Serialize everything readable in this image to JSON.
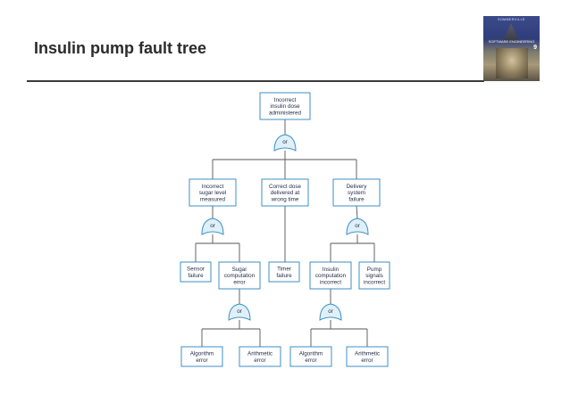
{
  "slide": {
    "title": "Insulin pump fault tree"
  },
  "book_cover": {
    "author": "SOMMERVILLE",
    "title": "SOFTWARE ENGINEERING",
    "edition": "9"
  },
  "fault_tree": {
    "nodes": [
      {
        "id": "top",
        "lines": [
          "Incorrect",
          "insulin dose",
          "administered"
        ]
      },
      {
        "id": "sugar",
        "lines": [
          "Incorrect",
          "sugar level",
          "measured"
        ]
      },
      {
        "id": "timing",
        "lines": [
          "Correct dose",
          "delivered at",
          "wrong time"
        ]
      },
      {
        "id": "delivery",
        "lines": [
          "Delivery",
          "system",
          "failure"
        ]
      },
      {
        "id": "sensor",
        "lines": [
          "Sensor",
          "failure"
        ]
      },
      {
        "id": "sugar_comp",
        "lines": [
          "Sugar",
          "computation",
          "error"
        ]
      },
      {
        "id": "timer",
        "lines": [
          "Timer",
          "failure"
        ]
      },
      {
        "id": "insulin_comp",
        "lines": [
          "Insulin",
          "computation",
          "incorrect"
        ]
      },
      {
        "id": "pump",
        "lines": [
          "Pump",
          "signals",
          "incorrect"
        ]
      },
      {
        "id": "alg1",
        "lines": [
          "Algorithm",
          "error"
        ]
      },
      {
        "id": "arith1",
        "lines": [
          "Arithmetic",
          "error"
        ]
      },
      {
        "id": "alg2",
        "lines": [
          "Algorithm",
          "error"
        ]
      },
      {
        "id": "arith2",
        "lines": [
          "Arithmetic",
          "error"
        ]
      }
    ],
    "gates": [
      {
        "id": "g_top",
        "label": "or",
        "output": "top",
        "inputs": [
          "sugar",
          "timing",
          "delivery"
        ]
      },
      {
        "id": "g_sugar",
        "label": "or",
        "output": "sugar",
        "inputs": [
          "sensor",
          "sugar_comp"
        ]
      },
      {
        "id": "g_delivery",
        "label": "or",
        "output": "delivery",
        "inputs": [
          "insulin_comp",
          "pump"
        ]
      },
      {
        "id": "g_sugar_comp",
        "label": "or",
        "output": "sugar_comp",
        "inputs": [
          "alg1",
          "arith1"
        ]
      },
      {
        "id": "g_insulin_comp",
        "label": "or",
        "output": "insulin_comp",
        "inputs": [
          "alg2",
          "arith2"
        ]
      }
    ],
    "direct_links": [
      {
        "from": "timing",
        "to": "timer"
      }
    ]
  }
}
